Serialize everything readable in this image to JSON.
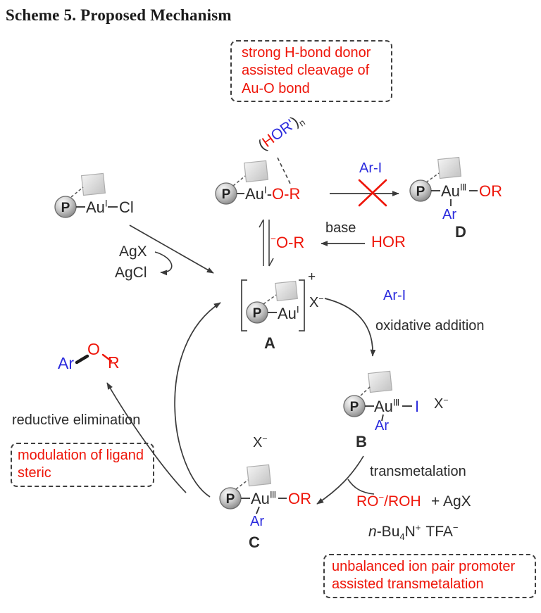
{
  "title": "Scheme 5. Proposed Mechanism",
  "colors": {
    "red": "#ee1509",
    "blue": "#2b2bdd",
    "ink": "#2b2b2b"
  },
  "boxes": {
    "hbond": {
      "line1": "strong H-bond donor",
      "line2": "assisted cleavage of",
      "line3": "Au-O bond"
    },
    "steric": {
      "line1": "modulation of ligand",
      "line2": "steric"
    },
    "ionpair": {
      "line1": "unbalanced ion pair promoter",
      "line2": "assisted transmetalation"
    }
  },
  "reagents": {
    "hor_adduct": {
      "open": "(",
      "h": "H",
      "or": "OR'",
      "close": ")",
      "n": "n"
    },
    "agx": "AgX",
    "agcl": "AgCl",
    "base": "base",
    "hor": "HOR",
    "alkoxide": {
      "minus": "−",
      "or": "O-R"
    },
    "ari_top": "Ar-I",
    "ari_cycle": "Ar-I",
    "ro_roh": {
      "ro": "RO",
      "minus": "−",
      "roh": "/ROH"
    },
    "plus_agx": "+ AgX",
    "ion_pair": {
      "n": "n",
      "bu": "-Bu",
      "four": "4",
      "nitrogen": "N",
      "plus": "+",
      "tfa": "TFA",
      "minus": "−"
    }
  },
  "steps": {
    "oxidative_addition": "oxidative addition",
    "transmetalation": "transmetalation",
    "reductive_elimination": "reductive elimination"
  },
  "species": {
    "precat": {
      "p": "P",
      "au": "Au",
      "ox": "I",
      "cl": "Cl"
    },
    "cation": {
      "p": "P",
      "au": "Au",
      "ox": "I",
      "dash": "-",
      "or": "O-R"
    },
    "a": {
      "p": "P",
      "au": "Au",
      "ox": "I",
      "plus": "+",
      "x": "X",
      "xminus": "−",
      "label": "A"
    },
    "b": {
      "p": "P",
      "au": "Au",
      "ox": "III",
      "iodide": "I",
      "x": "X",
      "xminus": "−",
      "ar": "Ar",
      "label": "B"
    },
    "c": {
      "p": "P",
      "au": "Au",
      "ox": "III",
      "or": "OR",
      "ar": "Ar",
      "x": "X",
      "xminus": "−",
      "label": "C"
    },
    "d": {
      "p": "P",
      "au": "Au",
      "ox": "III",
      "or": "OR",
      "ar": "Ar",
      "label": "D"
    },
    "product": {
      "ar": "Ar",
      "o": "O",
      "r": "R"
    }
  }
}
